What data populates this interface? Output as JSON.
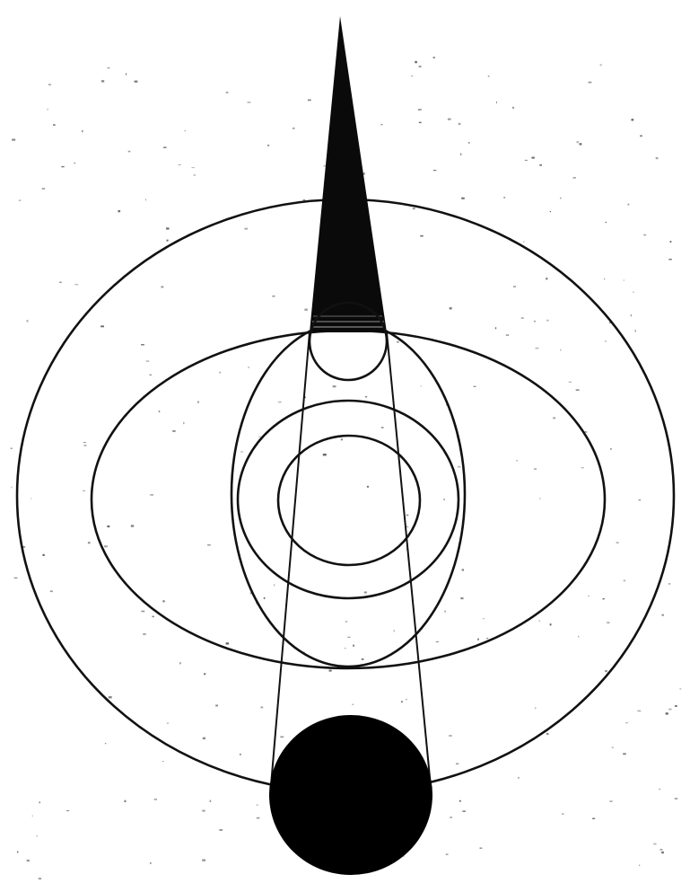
{
  "diagram": {
    "kind": "eclipse-geometry-illustration",
    "colors": {
      "background": "#ffffff",
      "ink": "#111111",
      "shadow_cone": "#0a0a0a",
      "body": "#000000"
    },
    "elements": [
      "umbra-cone",
      "moon-small-circle",
      "outer-orbit",
      "wide-orbit",
      "tall-ring",
      "middle-ring",
      "inner-ring",
      "tangent-line-left",
      "tangent-line-right",
      "sun-disk"
    ]
  }
}
